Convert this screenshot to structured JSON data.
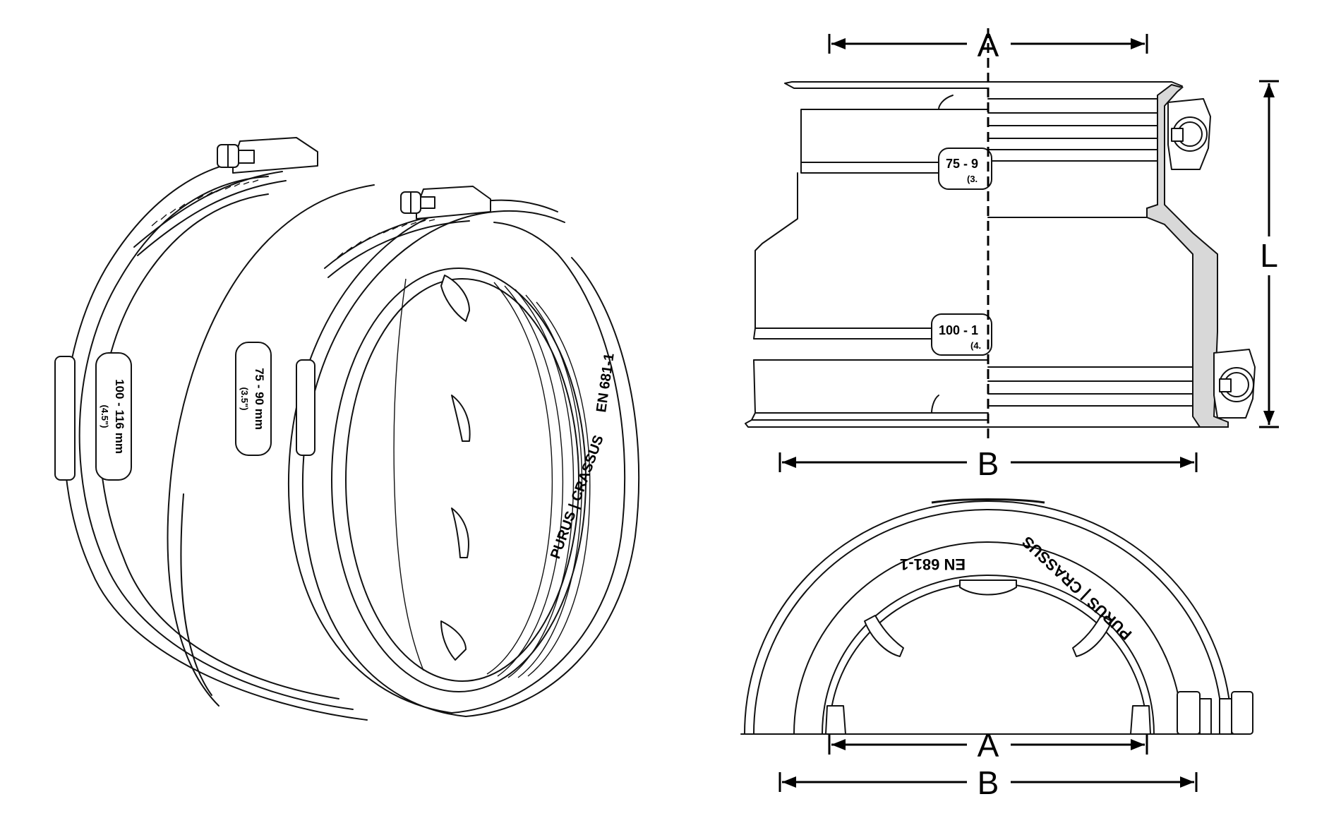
{
  "dimensions": {
    "top_width_label": "A",
    "bottom_width_label": "B",
    "length_label": "L",
    "arc_inner_label": "A",
    "arc_outer_label": "B"
  },
  "markings": {
    "large_size": "100 - 116 mm",
    "large_size_inch": "(4.5\")",
    "small_size": "75 - 90 mm",
    "small_size_inch": "(3.5\")",
    "brand": "PURUS | CRASSUS",
    "standard": "EN 681-1",
    "section_small": "75 - 9",
    "section_small_inch": "(3.",
    "section_large": "100 - 1",
    "section_large_inch": "(4."
  }
}
